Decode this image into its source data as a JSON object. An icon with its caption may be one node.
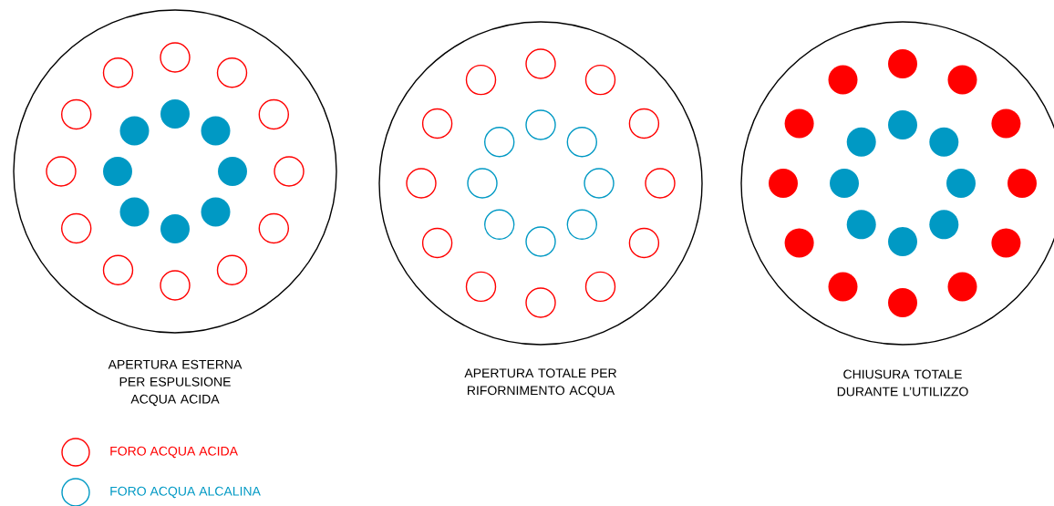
{
  "diagram": {
    "nodes": [
      {
        "text": [
          "APERTURA ESTERNA PER ESPULSIONE ACQUA ACIDA"
        ]
      },
      {
        "text": [
          "APERTURA TOTALE PER RIFORNIMENTO ACQUA"
        ]
      },
      {
        "text": [
          "CHIUSURA TOTALE DURANTE L’UTILIZZO"
        ]
      }
    ],
    "legend": [
      {
        "text": "FORO ACQUA ACIDA",
        "color": "#ff0000"
      },
      {
        "text": "FORO ACQUA ALCALINA",
        "color": "#0099c4"
      }
    ]
  }
}
